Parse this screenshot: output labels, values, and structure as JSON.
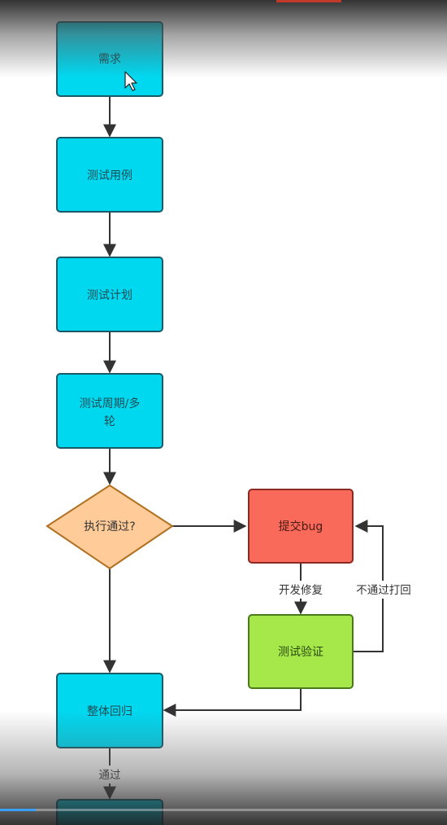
{
  "nodes": {
    "requirement": "需求",
    "test_cases": "测试用例",
    "test_plan": "测试计划",
    "test_cycle_line1": "测试周期/多",
    "test_cycle_line2": "轮",
    "execute_pass": "执行通过?",
    "submit_bug": "提交bug",
    "test_verify": "测试验证",
    "overall_regression": "整体回归"
  },
  "edges": {
    "dev_fix": "开发修复",
    "fail_reopen": "不通过打回",
    "pass": "通过"
  },
  "colors": {
    "process_fill": "#00d8f0",
    "process_stroke": "#1a5a66",
    "decision_fill": "#ffcc99",
    "decision_stroke": "#b07020",
    "bug_fill": "#f96a5a",
    "bug_stroke": "#8a2a22",
    "verify_fill": "#a6e84a",
    "verify_stroke": "#4a7a1a",
    "line": "#333333",
    "progress_accent": "#3aa0ff"
  },
  "playback": {
    "progress": 0.08
  }
}
